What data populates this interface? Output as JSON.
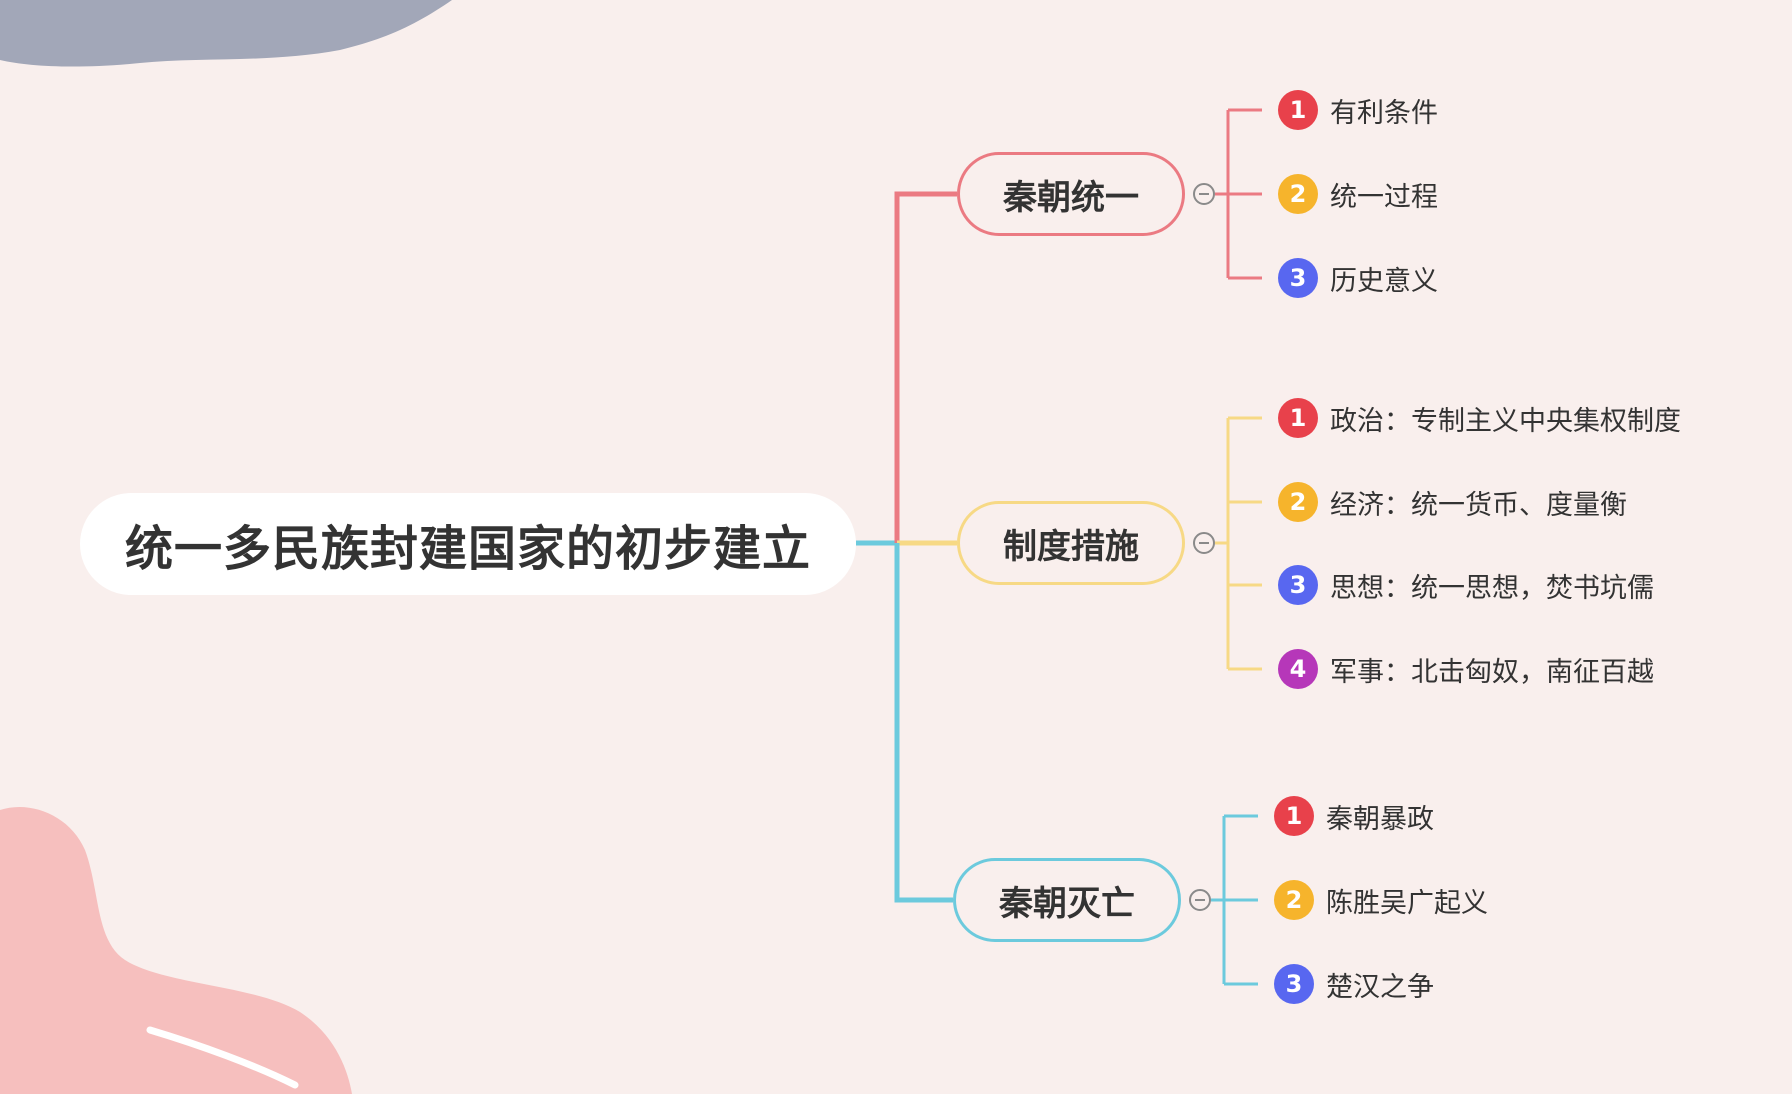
{
  "root": {
    "label": "统一多民族封建国家的初步建立"
  },
  "colors": {
    "background": "#f9efed",
    "badge_1": "#e8414b",
    "badge_2": "#f6b42c",
    "badge_3": "#5867f0",
    "badge_4": "#b637b9",
    "branch_1": "#eb7a82",
    "branch_2": "#f7d985",
    "branch_3": "#6ccadd",
    "blob_top": "#a2a7b8",
    "blob_bottom": "#f6bfbe"
  },
  "branches": [
    {
      "label": "秦朝统一",
      "color": "#eb7a82",
      "items": [
        {
          "num": "1",
          "text": "有利条件",
          "badge_color": "#e8414b"
        },
        {
          "num": "2",
          "text": "统一过程",
          "badge_color": "#f6b42c"
        },
        {
          "num": "3",
          "text": "历史意义",
          "badge_color": "#5867f0"
        }
      ]
    },
    {
      "label": "制度措施",
      "color": "#f7d985",
      "items": [
        {
          "num": "1",
          "text": "政治：专制主义中央集权制度",
          "badge_color": "#e8414b"
        },
        {
          "num": "2",
          "text": "经济：统一货币、度量衡",
          "badge_color": "#f6b42c"
        },
        {
          "num": "3",
          "text": "思想：统一思想，焚书坑儒",
          "badge_color": "#5867f0"
        },
        {
          "num": "4",
          "text": "军事：北击匈奴，南征百越",
          "badge_color": "#b637b9"
        }
      ]
    },
    {
      "label": "秦朝灭亡",
      "color": "#6ccadd",
      "items": [
        {
          "num": "1",
          "text": "秦朝暴政",
          "badge_color": "#e8414b"
        },
        {
          "num": "2",
          "text": "陈胜吴广起义",
          "badge_color": "#f6b42c"
        },
        {
          "num": "3",
          "text": "楚汉之争",
          "badge_color": "#5867f0"
        }
      ]
    }
  ]
}
